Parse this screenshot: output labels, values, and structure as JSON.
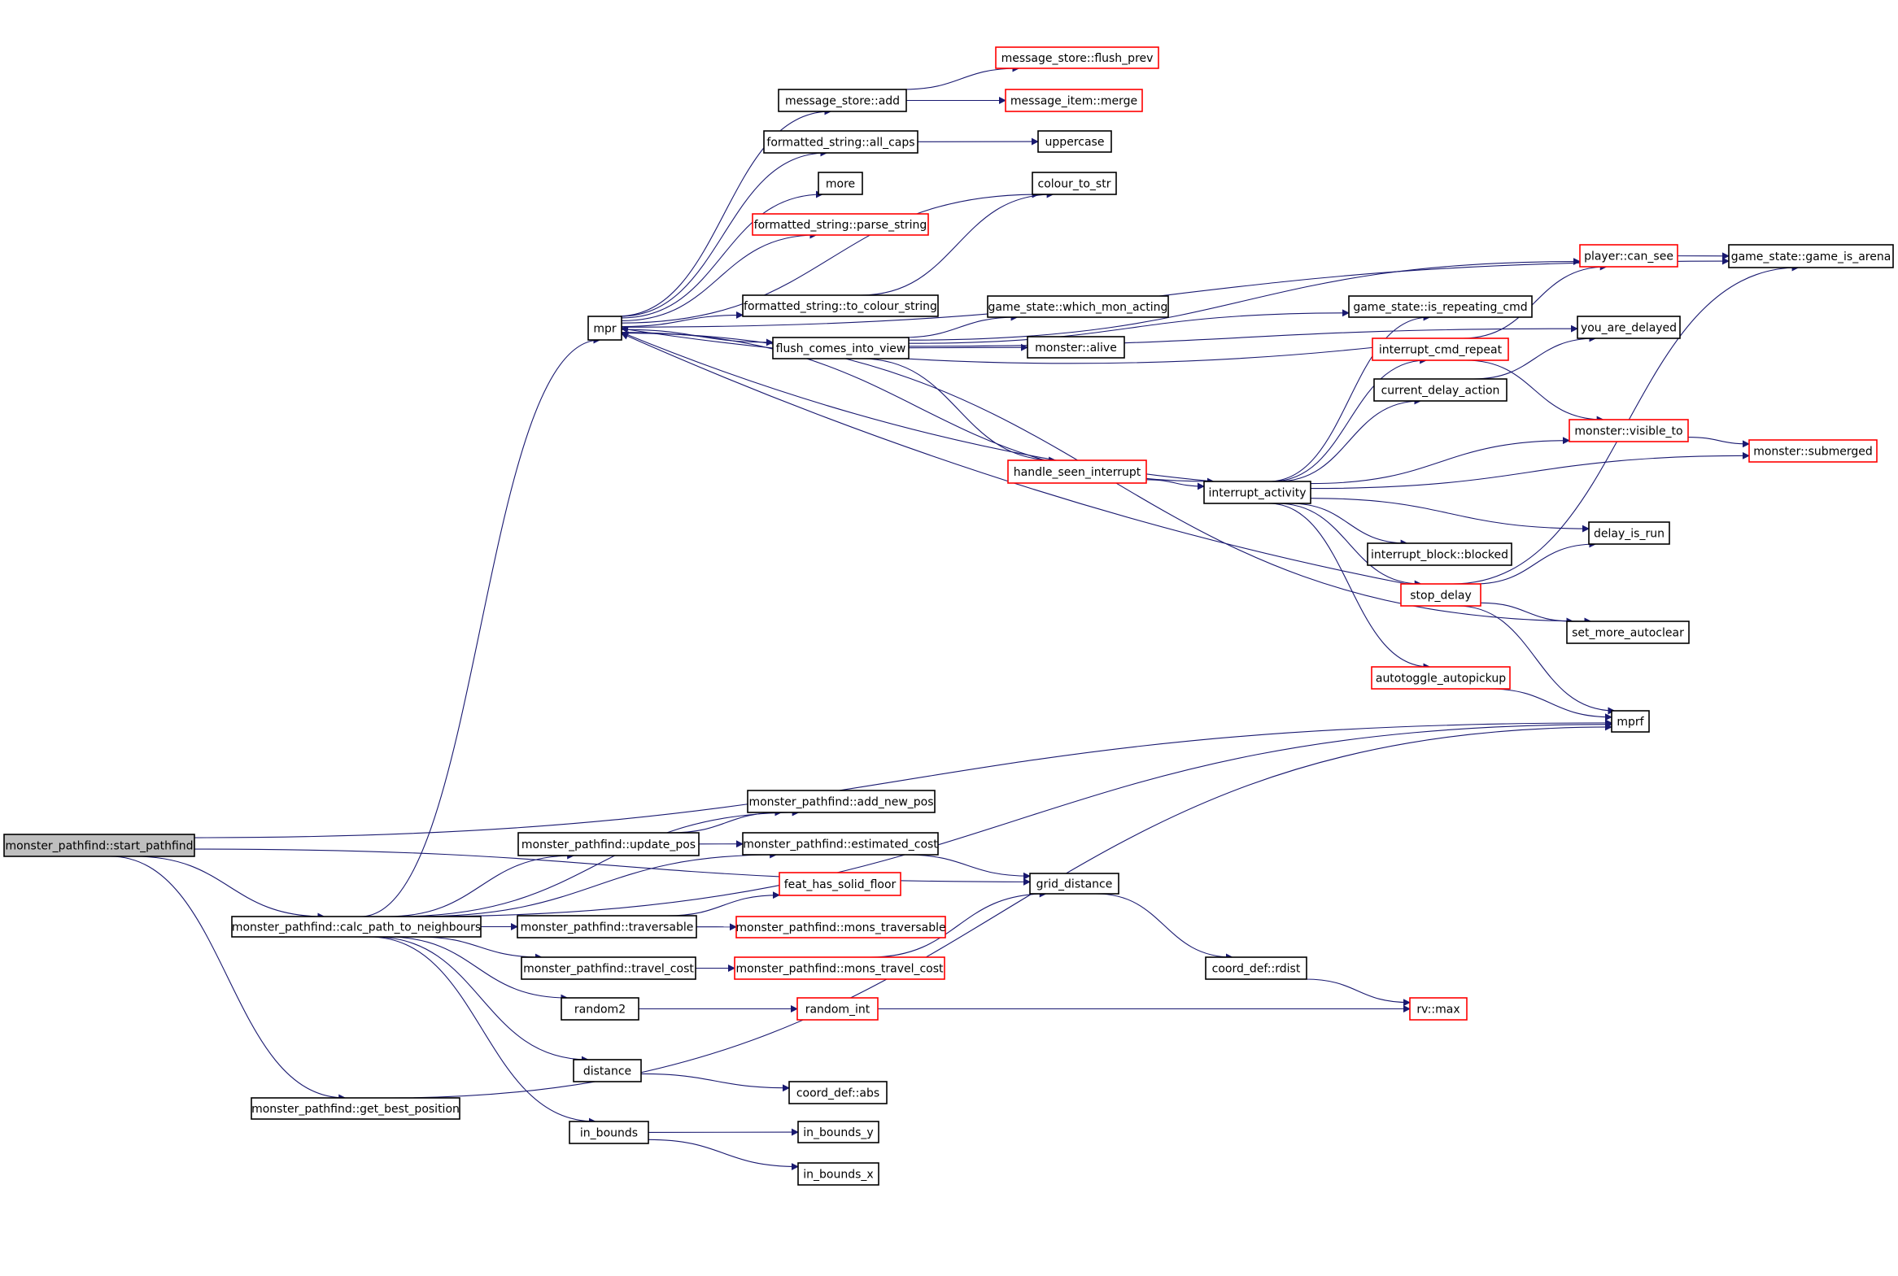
{
  "colors": {
    "edge": "#191970",
    "node_border_plain": "#000000",
    "node_border_red": "#ff0000",
    "node_fill_root": "#bfbfbf",
    "node_fill": "#ffffff"
  },
  "nodes": [
    {
      "id": "start_pathfind",
      "label": "monster_pathfind::start_pathfind",
      "style": "root"
    },
    {
      "id": "calc_path",
      "label": "monster_pathfind::calc_path_to_neighbours",
      "style": "plain"
    },
    {
      "id": "get_best",
      "label": "monster_pathfind::get_best_position",
      "style": "plain"
    },
    {
      "id": "mpr",
      "label": "mpr",
      "style": "plain"
    },
    {
      "id": "mprf",
      "label": "mprf",
      "style": "plain"
    },
    {
      "id": "grid_distance",
      "label": "grid_distance",
      "style": "plain"
    },
    {
      "id": "ms_add",
      "label": "message_store::add",
      "style": "plain"
    },
    {
      "id": "ms_flush_prev",
      "label": "message_store::flush_prev",
      "style": "red"
    },
    {
      "id": "mi_merge",
      "label": "message_item::merge",
      "style": "red"
    },
    {
      "id": "fs_all_caps",
      "label": "formatted_string::all_caps",
      "style": "plain"
    },
    {
      "id": "uppercase",
      "label": "uppercase",
      "style": "plain"
    },
    {
      "id": "more",
      "label": "more",
      "style": "plain"
    },
    {
      "id": "colour_to_str",
      "label": "colour_to_str",
      "style": "plain"
    },
    {
      "id": "fs_parse",
      "label": "formatted_string::parse_string",
      "style": "red"
    },
    {
      "id": "fs_to_colour",
      "label": "formatted_string::to_colour_string",
      "style": "plain"
    },
    {
      "id": "flush_view",
      "label": "flush_comes_into_view",
      "style": "plain"
    },
    {
      "id": "gs_which_mon",
      "label": "game_state::which_mon_acting",
      "style": "plain"
    },
    {
      "id": "mon_alive",
      "label": "monster::alive",
      "style": "plain"
    },
    {
      "id": "player_can_see",
      "label": "player::can_see",
      "style": "red"
    },
    {
      "id": "gs_is_arena",
      "label": "game_state::game_is_arena",
      "style": "plain"
    },
    {
      "id": "gs_repeating",
      "label": "game_state::is_repeating_cmd",
      "style": "plain"
    },
    {
      "id": "you_delayed",
      "label": "you_are_delayed",
      "style": "plain"
    },
    {
      "id": "interrupt_cmd",
      "label": "interrupt_cmd_repeat",
      "style": "red"
    },
    {
      "id": "cur_delay",
      "label": "current_delay_action",
      "style": "plain"
    },
    {
      "id": "mon_visible",
      "label": "monster::visible_to",
      "style": "red"
    },
    {
      "id": "mon_submerged",
      "label": "monster::submerged",
      "style": "red"
    },
    {
      "id": "handle_seen",
      "label": "handle_seen_interrupt",
      "style": "red"
    },
    {
      "id": "interrupt_act",
      "label": "interrupt_activity",
      "style": "plain"
    },
    {
      "id": "delay_is_run",
      "label": "delay_is_run",
      "style": "plain"
    },
    {
      "id": "ib_blocked",
      "label": "interrupt_block::blocked",
      "style": "plain"
    },
    {
      "id": "stop_delay",
      "label": "stop_delay",
      "style": "red"
    },
    {
      "id": "set_more",
      "label": "set_more_autoclear",
      "style": "plain"
    },
    {
      "id": "autotoggle",
      "label": "autotoggle_autopickup",
      "style": "red"
    },
    {
      "id": "mp_add_new",
      "label": "monster_pathfind::add_new_pos",
      "style": "plain"
    },
    {
      "id": "mp_update",
      "label": "monster_pathfind::update_pos",
      "style": "plain"
    },
    {
      "id": "mp_est_cost",
      "label": "monster_pathfind::estimated_cost",
      "style": "plain"
    },
    {
      "id": "feat_solid",
      "label": "feat_has_solid_floor",
      "style": "red"
    },
    {
      "id": "mp_traversable",
      "label": "monster_pathfind::traversable",
      "style": "plain"
    },
    {
      "id": "mp_mons_trav",
      "label": "monster_pathfind::mons_traversable",
      "style": "red"
    },
    {
      "id": "mp_travel_cost",
      "label": "monster_pathfind::travel_cost",
      "style": "plain"
    },
    {
      "id": "mp_mons_cost",
      "label": "monster_pathfind::mons_travel_cost",
      "style": "red"
    },
    {
      "id": "coord_rdist",
      "label": "coord_def::rdist",
      "style": "plain"
    },
    {
      "id": "random2",
      "label": "random2",
      "style": "plain"
    },
    {
      "id": "random_int",
      "label": "random_int",
      "style": "red"
    },
    {
      "id": "rv_max",
      "label": "rv::max",
      "style": "red"
    },
    {
      "id": "distance",
      "label": "distance",
      "style": "plain"
    },
    {
      "id": "coord_abs",
      "label": "coord_def::abs",
      "style": "plain"
    },
    {
      "id": "in_bounds",
      "label": "in_bounds",
      "style": "plain"
    },
    {
      "id": "in_bounds_y",
      "label": "in_bounds_y",
      "style": "plain"
    },
    {
      "id": "in_bounds_x",
      "label": "in_bounds_x",
      "style": "plain"
    }
  ],
  "edges": [
    [
      "start_pathfind",
      "calc_path"
    ],
    [
      "start_pathfind",
      "get_best"
    ],
    [
      "start_pathfind",
      "mprf"
    ],
    [
      "start_pathfind",
      "grid_distance"
    ],
    [
      "calc_path",
      "mpr"
    ],
    [
      "calc_path",
      "mp_add_new"
    ],
    [
      "calc_path",
      "mp_update"
    ],
    [
      "calc_path",
      "mp_est_cost"
    ],
    [
      "calc_path",
      "mp_traversable"
    ],
    [
      "calc_path",
      "mp_travel_cost"
    ],
    [
      "calc_path",
      "random2"
    ],
    [
      "calc_path",
      "distance"
    ],
    [
      "calc_path",
      "in_bounds"
    ],
    [
      "calc_path",
      "mprf"
    ],
    [
      "get_best",
      "mprf"
    ],
    [
      "mpr",
      "ms_add"
    ],
    [
      "mpr",
      "fs_all_caps"
    ],
    [
      "mpr",
      "more"
    ],
    [
      "mpr",
      "fs_parse"
    ],
    [
      "mpr",
      "colour_to_str"
    ],
    [
      "mpr",
      "fs_to_colour"
    ],
    [
      "mpr",
      "flush_view"
    ],
    [
      "mpr",
      "gs_is_arena"
    ],
    [
      "mpr",
      "interrupt_act"
    ],
    [
      "mpr",
      "set_more"
    ],
    [
      "ms_add",
      "ms_flush_prev"
    ],
    [
      "ms_add",
      "mi_merge"
    ],
    [
      "fs_all_caps",
      "uppercase"
    ],
    [
      "fs_to_colour",
      "colour_to_str"
    ],
    [
      "flush_view",
      "gs_which_mon"
    ],
    [
      "flush_view",
      "mon_alive"
    ],
    [
      "flush_view",
      "player_can_see"
    ],
    [
      "flush_view",
      "you_delayed"
    ],
    [
      "flush_view",
      "gs_repeating"
    ],
    [
      "flush_view",
      "handle_seen"
    ],
    [
      "player_can_see",
      "gs_is_arena"
    ],
    [
      "interrupt_cmd",
      "mpr"
    ],
    [
      "interrupt_cmd",
      "player_can_see"
    ],
    [
      "interrupt_cmd",
      "mon_visible"
    ],
    [
      "cur_delay",
      "you_delayed"
    ],
    [
      "mon_visible",
      "mon_submerged"
    ],
    [
      "handle_seen",
      "interrupt_act"
    ],
    [
      "interrupt_act",
      "mpr"
    ],
    [
      "interrupt_act",
      "gs_repeating"
    ],
    [
      "interrupt_act",
      "interrupt_cmd"
    ],
    [
      "interrupt_act",
      "cur_delay"
    ],
    [
      "interrupt_act",
      "mon_visible"
    ],
    [
      "interrupt_act",
      "mon_submerged"
    ],
    [
      "interrupt_act",
      "delay_is_run"
    ],
    [
      "interrupt_act",
      "ib_blocked"
    ],
    [
      "interrupt_act",
      "stop_delay"
    ],
    [
      "interrupt_act",
      "autotoggle"
    ],
    [
      "stop_delay",
      "mpr"
    ],
    [
      "stop_delay",
      "delay_is_run"
    ],
    [
      "stop_delay",
      "set_more"
    ],
    [
      "stop_delay",
      "mprf"
    ],
    [
      "stop_delay",
      "gs_is_arena"
    ],
    [
      "autotoggle",
      "mprf"
    ],
    [
      "mp_update",
      "mp_add_new"
    ],
    [
      "mp_update",
      "mp_est_cost"
    ],
    [
      "mp_est_cost",
      "grid_distance"
    ],
    [
      "mp_traversable",
      "feat_solid"
    ],
    [
      "mp_traversable",
      "mp_mons_trav"
    ],
    [
      "mp_travel_cost",
      "mp_mons_cost"
    ],
    [
      "mp_mons_cost",
      "grid_distance"
    ],
    [
      "grid_distance",
      "coord_rdist"
    ],
    [
      "coord_rdist",
      "rv_max"
    ],
    [
      "random2",
      "random_int"
    ],
    [
      "random2",
      "rv_max"
    ],
    [
      "distance",
      "coord_abs"
    ],
    [
      "in_bounds",
      "in_bounds_y"
    ],
    [
      "in_bounds",
      "in_bounds_x"
    ]
  ]
}
